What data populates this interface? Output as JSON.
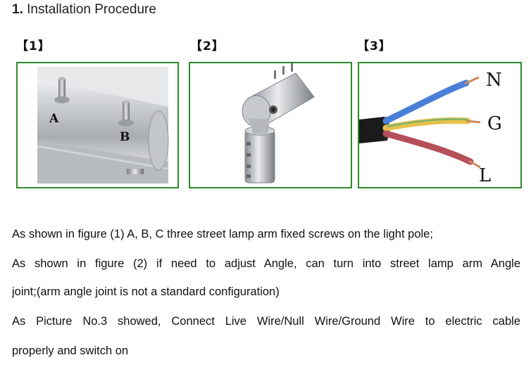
{
  "heading": {
    "number": "1.",
    "title": "Installation Procedure"
  },
  "figures": [
    {
      "label": "【1】",
      "markers": [
        "A",
        "B"
      ]
    },
    {
      "label": "【2】"
    },
    {
      "label": "【3】",
      "markers": [
        "N",
        "G",
        "L"
      ]
    }
  ],
  "paragraphs": [
    "As shown in figure (1) A, B, C three street lamp arm fixed screws on the light pole;",
    "As shown in figure (2) if need to adjust Angle, can turn into street lamp arm Angle",
    "joint;(arm angle joint is not a standard configuration)",
    "As Picture No.3 showed, Connect Live Wire/Null Wire/Ground Wire to electric cable",
    "properly and switch on"
  ],
  "colors": {
    "frame_border": "#2a8a2a",
    "wire_blue": "#4a7fd8",
    "wire_yellow": "#e6c24a",
    "wire_red": "#b5505a"
  }
}
